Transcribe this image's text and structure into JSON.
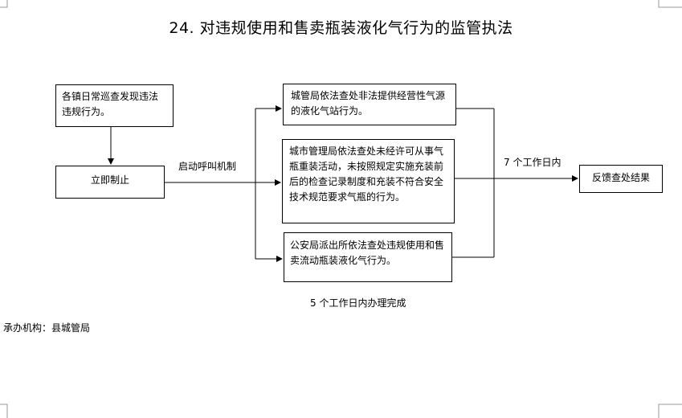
{
  "title": "24. 对违规使用和售卖瓶装液化气行为的监管执法",
  "nodes": {
    "discover": "各镇日常巡查发现违法违规行为。",
    "stop": "立即制止",
    "branch1": "城管局依法查处非法提供经营性气源的液化气站行为。",
    "branch2": "城市管理局依法查处未经许可从事气瓶重装活动，未按照规定实施充装前后的检查记录制度和充装不符合安全技术规范要求气瓶的行为。",
    "branch3": "公安局派出所依法查处违规使用和售卖流动瓶装液化气行为。",
    "feedback": "反馈查处结果"
  },
  "labels": {
    "mechanism": "启动呼叫机制",
    "seven_days": "7 个工作日内",
    "five_days": "5 个工作日内办理完成"
  },
  "footer": {
    "organizer": "承办机构：县城管局"
  }
}
